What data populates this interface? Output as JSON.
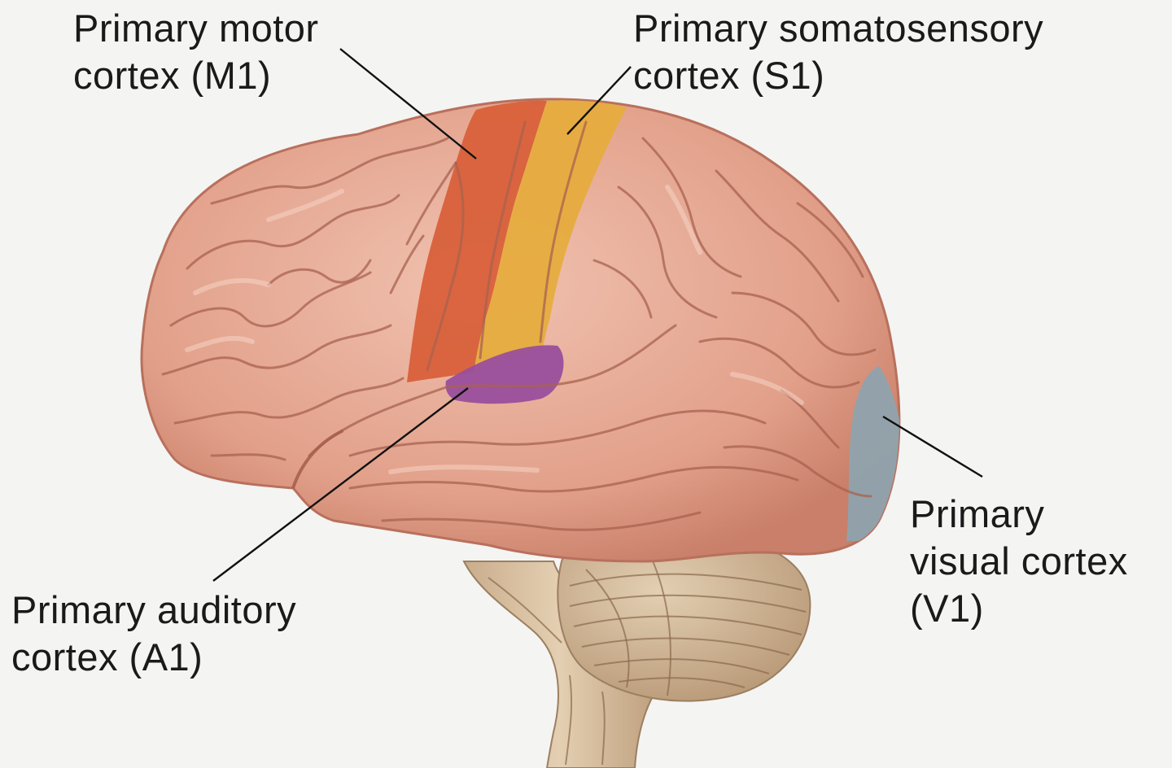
{
  "labels": {
    "m1": {
      "line1": "Primary motor",
      "line2": "cortex (M1)"
    },
    "s1": {
      "line1": "Primary somatosensory",
      "line2": "cortex (S1)"
    },
    "a1": {
      "line1": "Primary auditory",
      "line2": "cortex (A1)"
    },
    "v1": {
      "line1": "Primary",
      "line2": "visual cortex",
      "line3": "(V1)"
    }
  },
  "colors": {
    "background": "#f4f4f3",
    "cortex": "#e3a58f",
    "motor_cortex": "#d8603a",
    "somatosensory_cortex": "#e6ac3e",
    "auditory_cortex": "#9a4f9c",
    "visual_cortex": "#8fa3ad",
    "cerebellum": "#cdb393",
    "brainstem": "#dbc3a4"
  }
}
